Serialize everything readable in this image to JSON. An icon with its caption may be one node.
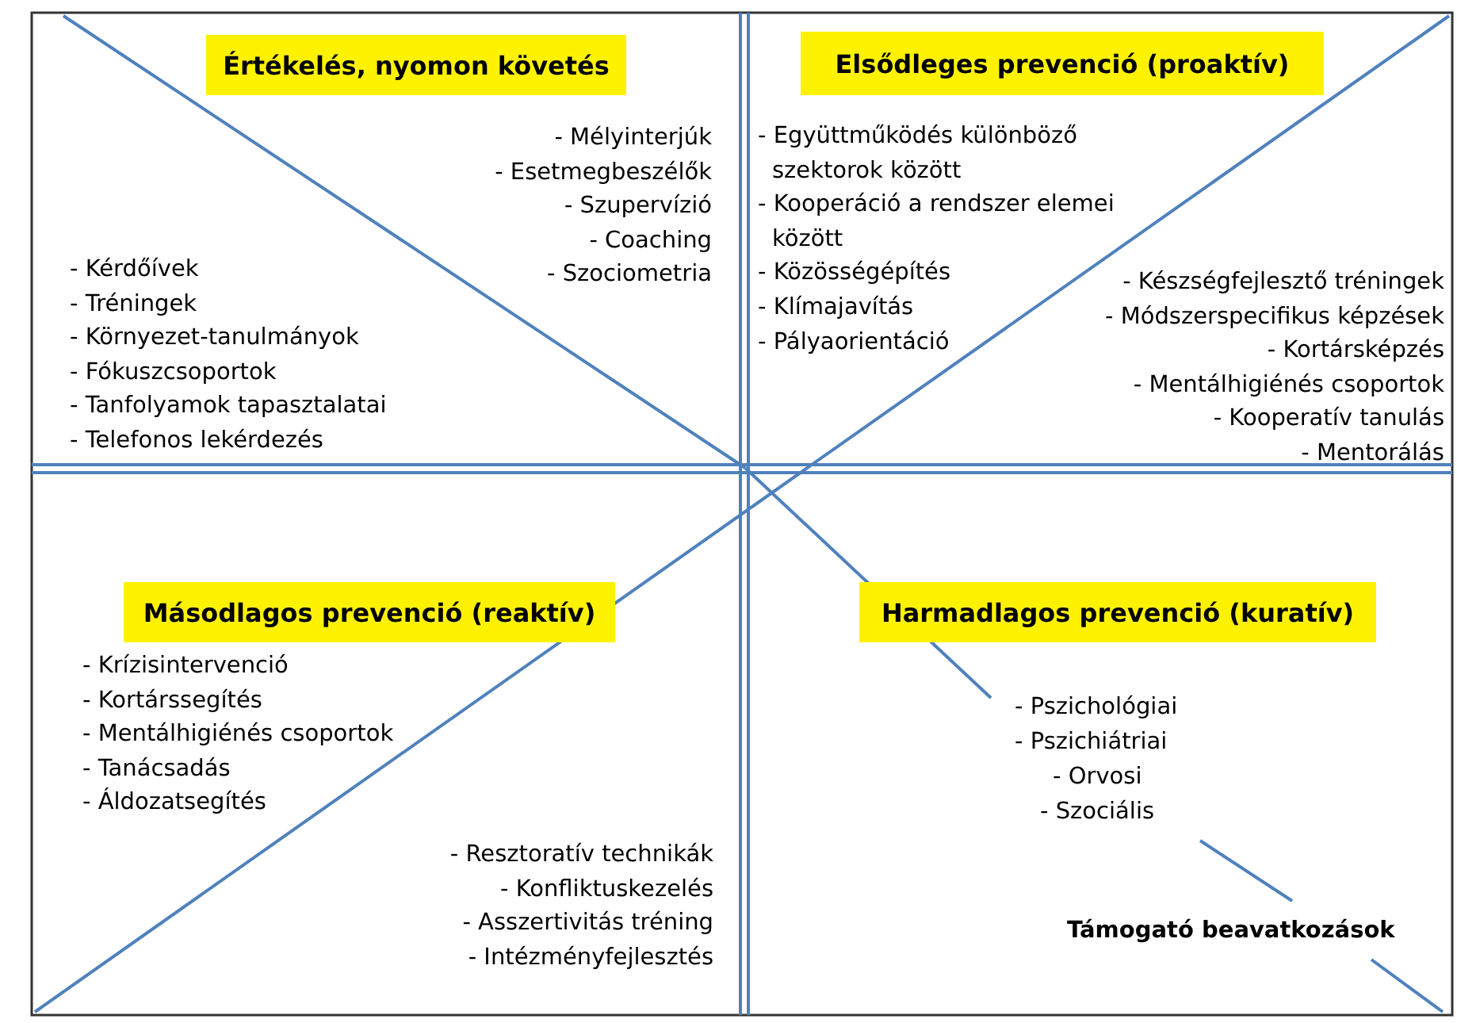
{
  "diagram": {
    "nodes": [
      {
        "text": [
          "Értékelés, nyomon követés"
        ]
      },
      {
        "text": [
          "Elsődleges prevenció (proaktív)"
        ]
      },
      {
        "text": [
          "Másodlagos prevenció (reaktív)"
        ]
      },
      {
        "text": [
          "Harmadlagos prevenció (kuratív)"
        ]
      }
    ],
    "edges": [],
    "labels": [
      "- Mélyinterjúk",
      "- Esetmegbeszélők",
      "- Szupervízió",
      "- Coaching",
      "- Szociometria",
      "- Kérdőívek",
      "- Tréningek",
      "- Környezet-tanulmányok",
      "- Fókuszcsoportok",
      "- Tanfolyamok tapasztalatai",
      "- Telefonos lekérdezés",
      "- Együttműködés különböző szektorok között",
      "- Kooperáció a rendszer elemei között",
      "- Közösségépítés",
      "- Klímajavítás",
      "- Pályaorientáció",
      "- Készségfejlesztő tréningek",
      "- Módszerspecifikus képzések",
      "- Kortársképzés",
      "- Mentálhigiénés csoportok",
      "- Kooperatív tanulás",
      "- Mentorálás",
      "- Krízisintervenció",
      "- Kortárssegítés",
      "- Mentálhigiénés csoportok",
      "- Tanácsadás",
      "- Áldozatsegítés",
      "- Resztoratív technikák",
      "- Konfliktuskezelés",
      "- Asszertivitás tréning",
      "- Intézményfejlesztés",
      "- Pszichológiai",
      "- Pszichiátriai",
      "- Orvosi",
      "- Szociális",
      "Támogató beavatkozások"
    ]
  }
}
